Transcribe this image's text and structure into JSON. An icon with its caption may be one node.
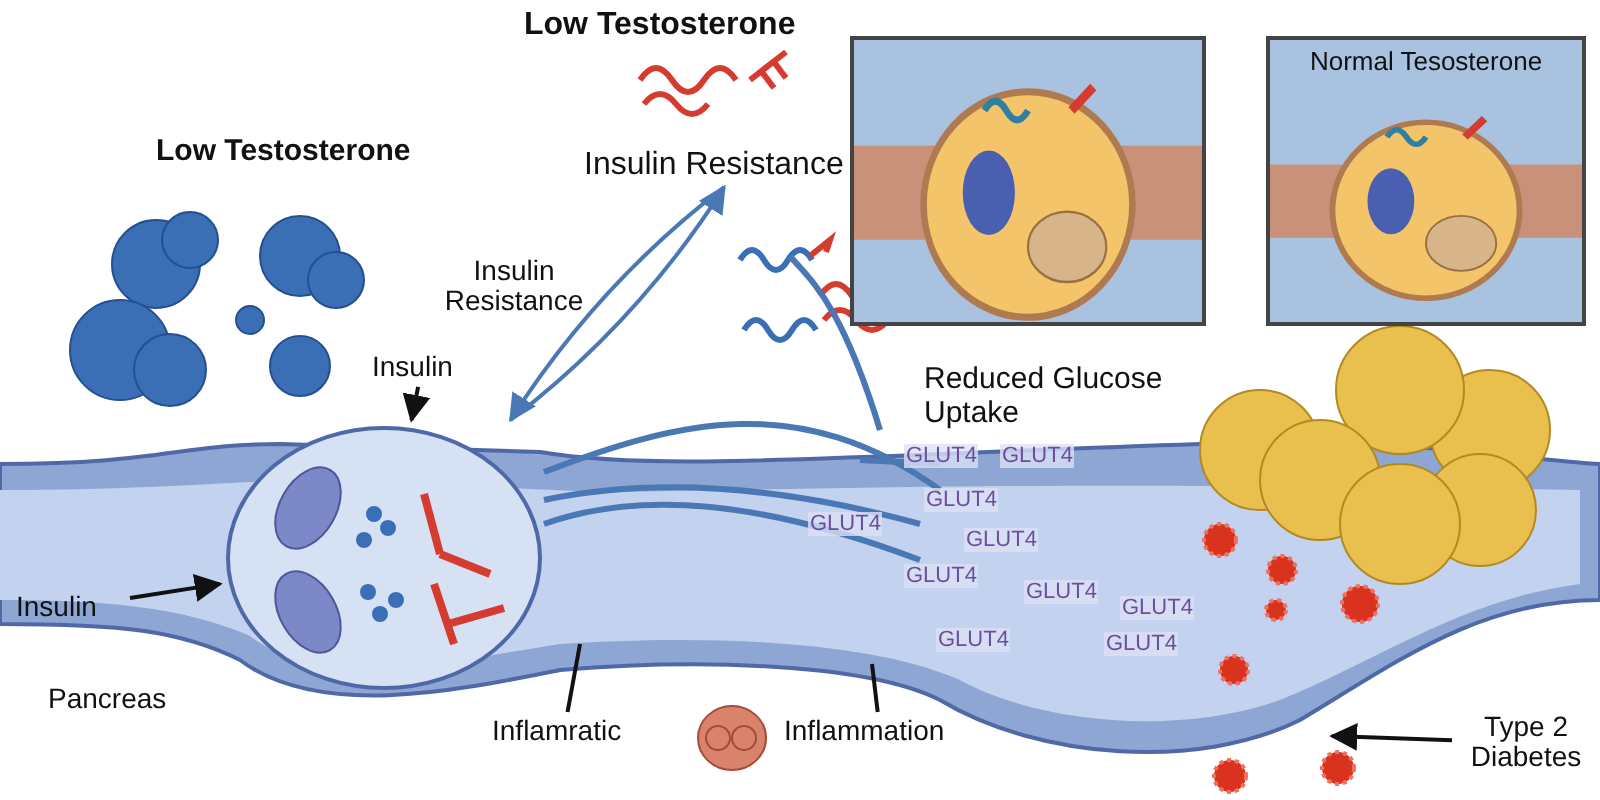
{
  "diagram": {
    "nodes": [
      {
        "text": [
          "Insulin Resistance"
        ]
      },
      {
        "text": [
          "Insulin Resistance"
        ]
      },
      {
        "text": [
          "Insulin"
        ]
      },
      {
        "text": [],
        "shape": "picture"
      },
      {
        "text": [
          "Insulin"
        ]
      },
      {
        "text": [
          "Reduced Glucose Uptake"
        ]
      },
      {
        "text": [
          "Inflamratic"
        ]
      },
      {
        "text": [
          "Inflammation"
        ]
      },
      {
        "text": [
          "Type 2 Diabetes"
        ]
      },
      {
        "text": [],
        "shape": "picture"
      },
      {
        "text": [
          "Normal Tesosterone"
        ]
      }
    ],
    "edges": [
      {
        "from": 0,
        "to": 3,
        "arrow": "to",
        "color": "#4a78b5"
      },
      {
        "from": 3,
        "to": 0,
        "arrow": "to",
        "color": "#4a78b5"
      },
      {
        "from": 2,
        "to": 3,
        "arrow": "to"
      },
      {
        "from": 4,
        "to": 3,
        "arrow": "to"
      },
      {
        "from": 6,
        "to": null,
        "arrow": "none"
      },
      {
        "from": 7,
        "to": null,
        "arrow": "none"
      },
      {
        "from": 8,
        "to": null,
        "arrow": "to"
      }
    ],
    "labels": [
      "Low Testosterone",
      "Low Testosterone",
      "GLUT4",
      "GLUT4",
      "GLUT4",
      "GLUT4",
      "GLUT4",
      "GLUT4",
      "GLUT4",
      "GLUT4",
      "GLUT4",
      "GLUT4",
      "Pancreas"
    ]
  }
}
